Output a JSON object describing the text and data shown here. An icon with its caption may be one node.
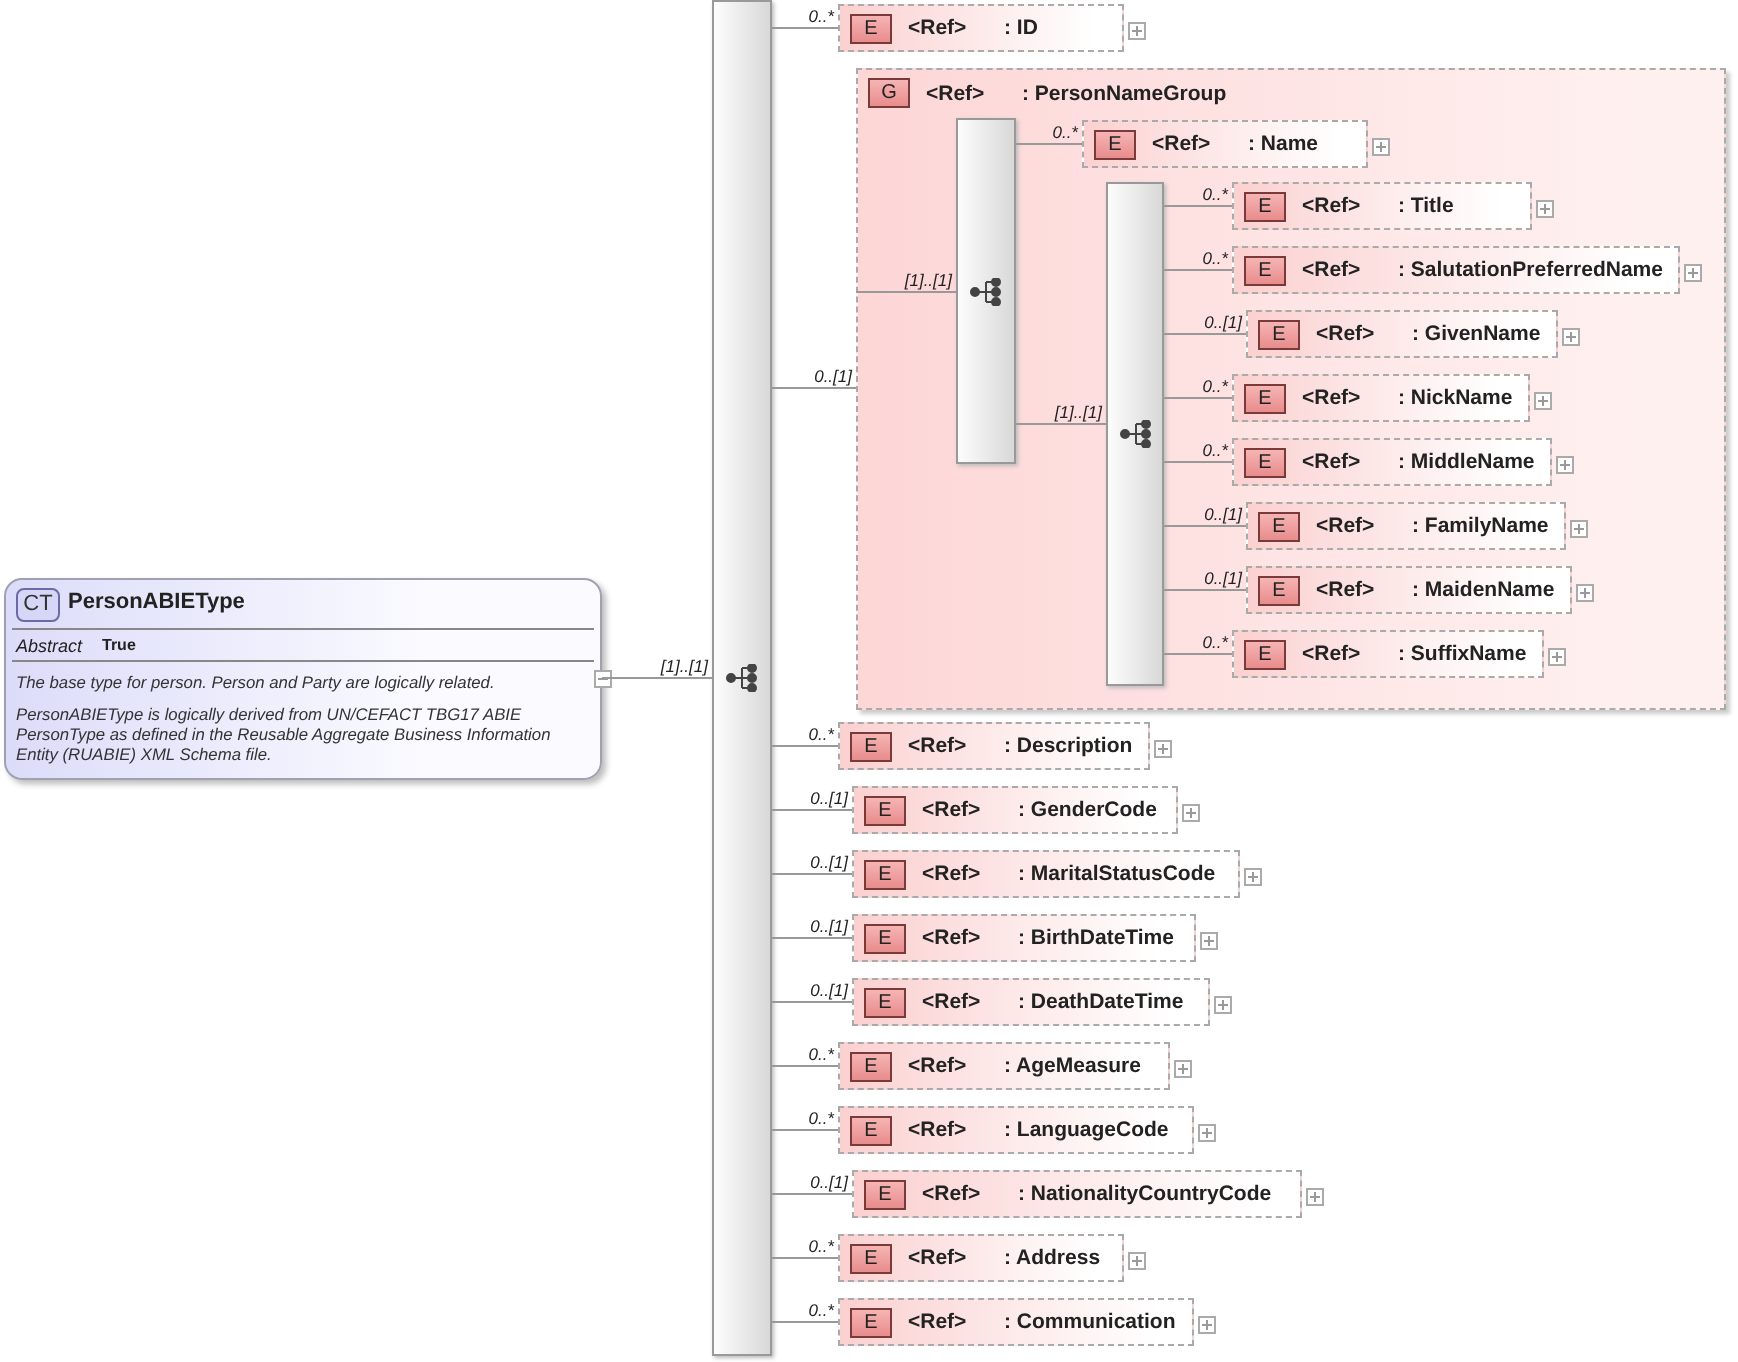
{
  "diagram": {
    "nodes": [
      {
        "text": [
          "CT",
          "PersonABIEType",
          "Abstract",
          "True",
          "The base type for person. Person and Party are logically related.",
          "PersonABIEType is logically derived from UN/CEFACT TBG17 ABIE PersonType as defined in the Reusable Aggregate Business Information Entity (RUABIE) XML Schema file."
        ]
      },
      {
        "text": [],
        "shape": "bar"
      },
      {
        "text": [
          "E",
          "<Ref>",
          ": ID"
        ]
      },
      {
        "text": [
          "G",
          "<Ref>",
          ": PersonNameGroup"
        ]
      },
      {
        "text": [],
        "shape": "bar",
        "in": 3
      },
      {
        "text": [
          "E",
          "<Ref>",
          ": Name"
        ],
        "in": 3
      },
      {
        "text": [],
        "shape": "bar",
        "in": 3
      },
      {
        "text": [
          "E",
          "<Ref>",
          ": Title"
        ],
        "in": 3
      },
      {
        "text": [
          "E",
          "<Ref>",
          ": SalutationPreferredName"
        ],
        "in": 3
      },
      {
        "text": [
          "E",
          "<Ref>",
          ": GivenName"
        ],
        "in": 3
      },
      {
        "text": [
          "E",
          "<Ref>",
          ": NickName"
        ],
        "in": 3
      },
      {
        "text": [
          "E",
          "<Ref>",
          ": MiddleName"
        ],
        "in": 3
      },
      {
        "text": [
          "E",
          "<Ref>",
          ": FamilyName"
        ],
        "in": 3
      },
      {
        "text": [
          "E",
          "<Ref>",
          ": MaidenName"
        ],
        "in": 3
      },
      {
        "text": [
          "E",
          "<Ref>",
          ": SuffixName"
        ],
        "in": 3
      },
      {
        "text": [
          "E",
          "<Ref>",
          ": Description"
        ]
      },
      {
        "text": [
          "E",
          "<Ref>",
          ": GenderCode"
        ]
      },
      {
        "text": [
          "E",
          "<Ref>",
          ": MaritalStatusCode"
        ]
      },
      {
        "text": [
          "E",
          "<Ref>",
          ": BirthDateTime"
        ]
      },
      {
        "text": [
          "E",
          "<Ref>",
          ": DeathDateTime"
        ]
      },
      {
        "text": [
          "E",
          "<Ref>",
          ": AgeMeasure"
        ]
      },
      {
        "text": [
          "E",
          "<Ref>",
          ": LanguageCode"
        ]
      },
      {
        "text": [
          "E",
          "<Ref>",
          ": NationalityCountryCode"
        ]
      },
      {
        "text": [
          "E",
          "<Ref>",
          ": Address"
        ]
      },
      {
        "text": [
          "E",
          "<Ref>",
          ": Communication"
        ]
      }
    ],
    "edges": [
      {
        "from": 0,
        "to": 1,
        "arrow": "none",
        "label": "[1]..[1]"
      },
      {
        "from": 1,
        "to": 2,
        "arrow": "none",
        "label": "0..*"
      },
      {
        "from": 1,
        "to": 3,
        "arrow": "none",
        "label": "0..[1]"
      },
      {
        "from": 3,
        "to": 4,
        "arrow": "none",
        "label": "[1]..[1]"
      },
      {
        "from": 4,
        "to": 5,
        "arrow": "none",
        "label": "0..*"
      },
      {
        "from": 4,
        "to": 6,
        "arrow": "none",
        "label": "[1]..[1]"
      },
      {
        "from": 6,
        "to": 7,
        "arrow": "none",
        "label": "0..*"
      },
      {
        "from": 6,
        "to": 8,
        "arrow": "none",
        "label": "0..*"
      },
      {
        "from": 6,
        "to": 9,
        "arrow": "none",
        "label": "0..[1]"
      },
      {
        "from": 6,
        "to": 10,
        "arrow": "none",
        "label": "0..*"
      },
      {
        "from": 6,
        "to": 11,
        "arrow": "none",
        "label": "0..*"
      },
      {
        "from": 6,
        "to": 12,
        "arrow": "none",
        "label": "0..[1]"
      },
      {
        "from": 6,
        "to": 13,
        "arrow": "none",
        "label": "0..[1]"
      },
      {
        "from": 6,
        "to": 14,
        "arrow": "none",
        "label": "0..*"
      },
      {
        "from": 1,
        "to": 15,
        "arrow": "none",
        "label": "0..*"
      },
      {
        "from": 1,
        "to": 16,
        "arrow": "none",
        "label": "0..[1]"
      },
      {
        "from": 1,
        "to": 17,
        "arrow": "none",
        "label": "0..[1]"
      },
      {
        "from": 1,
        "to": 18,
        "arrow": "none",
        "label": "0..[1]"
      },
      {
        "from": 1,
        "to": 19,
        "arrow": "none",
        "label": "0..[1]"
      },
      {
        "from": 1,
        "to": 20,
        "arrow": "none",
        "label": "0..*"
      },
      {
        "from": 1,
        "to": 21,
        "arrow": "none",
        "label": "0..*"
      },
      {
        "from": 1,
        "to": 22,
        "arrow": "none",
        "label": "0..[1]"
      },
      {
        "from": 1,
        "to": 23,
        "arrow": "none",
        "label": "0..*"
      },
      {
        "from": 1,
        "to": 24,
        "arrow": "none",
        "label": "0..*"
      }
    ]
  }
}
